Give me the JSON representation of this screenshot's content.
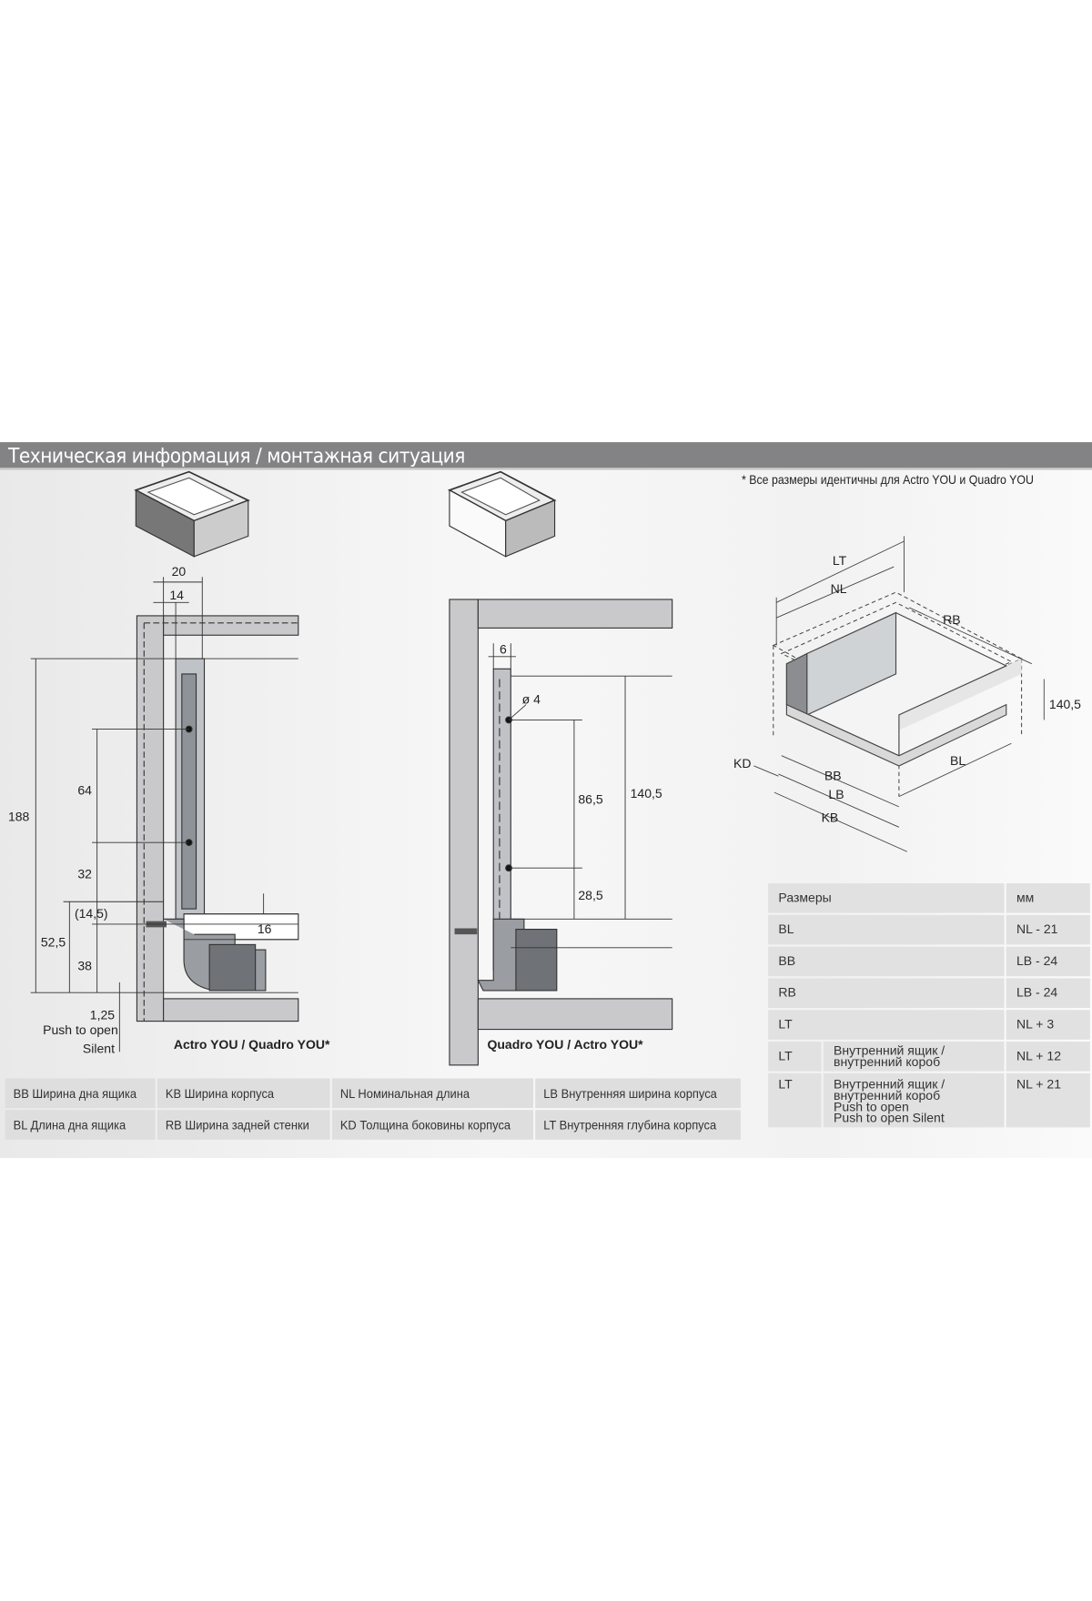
{
  "title": "Техническая информация / монтажная ситуация",
  "note": "* Все размеры идентичны для Actro YOU и Quadro YOU",
  "left_diagram": {
    "caption": "Actro YOU / Quadro YOU*",
    "dims": {
      "d20": "20",
      "d14": "14",
      "d188": "188",
      "d64": "64",
      "d32": "32",
      "d145": "(14,5)",
      "d525": "52,5",
      "d38": "38",
      "d16": "16",
      "d125": "1,25"
    },
    "push_label_1": "Push to open",
    "push_label_2": "Silent"
  },
  "middle_diagram": {
    "caption": "Quadro YOU / Actro YOU*",
    "dims": {
      "d6": "6",
      "dia4": "ø 4",
      "d865": "86,5",
      "d1405": "140,5",
      "d285": "28,5"
    }
  },
  "iso_diagram": {
    "labels": {
      "LT": "LT",
      "NL": "NL",
      "RB": "RB",
      "h1405": "140,5",
      "BL": "BL",
      "BB": "BB",
      "LB": "LB",
      "KD": "KD",
      "KB": "KB"
    }
  },
  "dims_table": {
    "header": {
      "name": "Размеры",
      "unit": "мм"
    },
    "rows": [
      {
        "code": "BL",
        "desc": "",
        "value": "NL - 21"
      },
      {
        "code": "BB",
        "desc": "",
        "value": "LB - 24"
      },
      {
        "code": "RB",
        "desc": "",
        "value": "LB - 24"
      },
      {
        "code": "LT",
        "desc": "",
        "value": "NL + 3"
      },
      {
        "code": "LT",
        "desc1": "Внутренний ящик /",
        "desc2": "внутренний короб",
        "value": "NL + 12"
      },
      {
        "code": "LT",
        "desc1": "Внутренний ящик /",
        "desc2": "внутренний короб",
        "desc3": "Push to open",
        "desc4": "Push to open Silent",
        "value": "NL + 21"
      }
    ]
  },
  "legend": [
    [
      "BB Ширина дна ящика",
      "KB Ширина корпуса",
      "NL Номинальная длина",
      "LB Внутренняя ширина корпуса"
    ],
    [
      "BL Длина дна ящика",
      "RB Ширина задней стенки",
      "KD Толщина боковины корпуса",
      "LT Внутренняя глубина корпуса"
    ]
  ]
}
